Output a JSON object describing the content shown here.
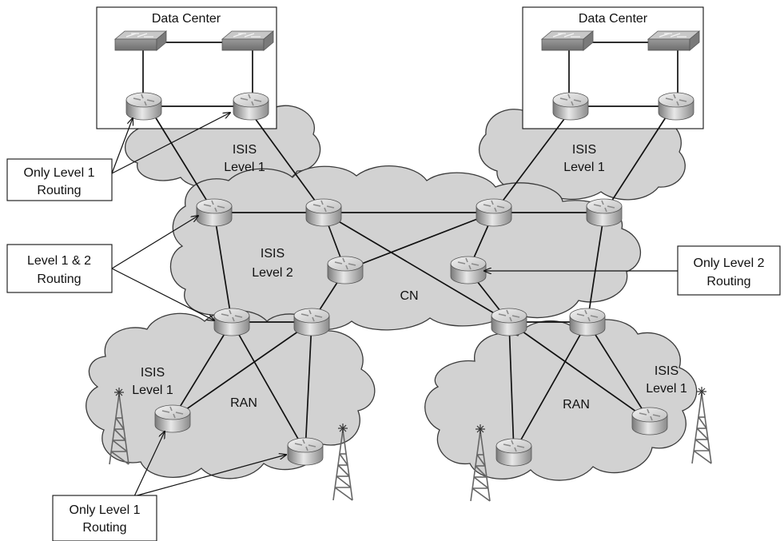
{
  "labels": {
    "data_center_left": "Data Center",
    "data_center_right": "Data Center",
    "isis_level1_top_left": [
      "ISIS",
      "Level 1"
    ],
    "isis_level1_top_right": [
      "ISIS",
      "Level 1"
    ],
    "isis_level2": [
      "ISIS",
      "Level 2"
    ],
    "cn": "CN",
    "isis_level1_bottom_left": [
      "ISIS",
      "Level 1"
    ],
    "ran_left": "RAN",
    "ran_right": "RAN",
    "isis_level1_bottom_right": [
      "ISIS",
      "Level 1"
    ]
  },
  "callouts": {
    "only_level1_top": [
      "Only Level 1",
      "Routing"
    ],
    "level1_and_2": [
      "Level 1 & 2",
      "Routing"
    ],
    "only_level2": [
      "Only Level 2",
      "Routing"
    ],
    "only_level1_bottom": [
      "Only Level 1",
      "Routing"
    ]
  },
  "colors": {
    "cloud": "#d2d2d2",
    "cloud_stroke": "#3a3a3a",
    "device_light": "#e6e6e6",
    "device_dark": "#8c8c8c",
    "link": "#111111"
  }
}
